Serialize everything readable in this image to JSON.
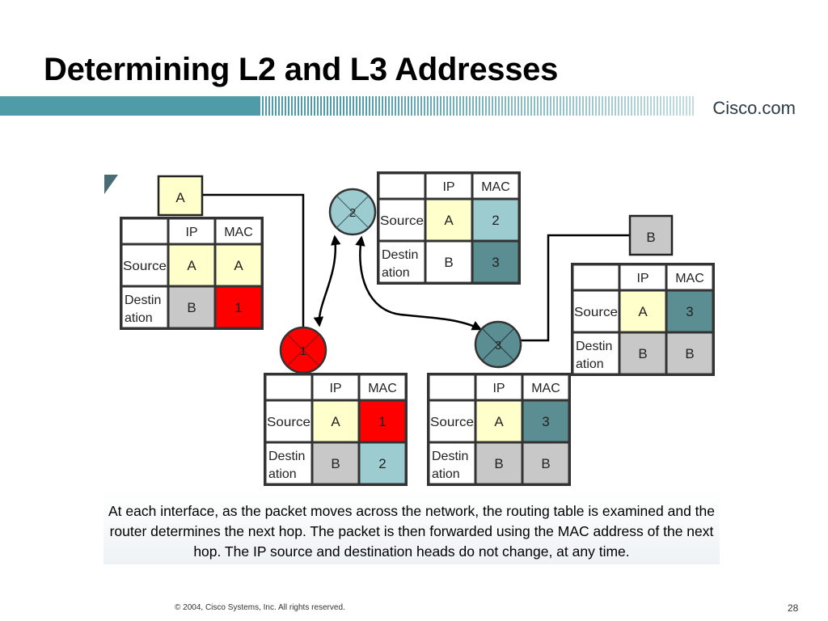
{
  "slide": {
    "title": "Determining L2 and L3 Addresses",
    "brand": "Cisco.com",
    "caption": "At each interface, as the packet moves across the network, the routing table is examined and the router determines the next hop. The packet is then forwarded using the MAC address of the next hop. The IP source and destination heads do not change, at any time.",
    "footer": "© 2004, Cisco Systems, Inc. All rights reserved.",
    "page_number": "28"
  },
  "diagram": {
    "colors": {
      "yellow": "#ffffcc",
      "gray": "#c8c8c8",
      "red": "#ff0000",
      "light_teal": "#9cccd0",
      "dark_teal": "#5a8e92",
      "white": "#ffffff"
    },
    "hosts": {
      "host_a": "A",
      "host_b": "B"
    },
    "routers": {
      "router_1": {
        "label": "1",
        "color": "#ff0000"
      },
      "router_2": {
        "label": "2",
        "color": "#9cccd0"
      },
      "router_3": {
        "label": "3",
        "color": "#5a8e92"
      }
    },
    "tables": {
      "table_a": {
        "headers": [
          "IP",
          "MAC"
        ],
        "rows": [
          {
            "label": "Source",
            "ip": "A",
            "mac": "A",
            "ip_color": "#ffffcc",
            "mac_color": "#ffffcc"
          },
          {
            "label": "Destination",
            "label_line1": "Destin",
            "label_line2": "ation",
            "ip": "B",
            "mac": "1",
            "ip_color": "#c8c8c8",
            "mac_color": "#ff0000"
          }
        ]
      },
      "table_r1": {
        "headers": [
          "IP",
          "MAC"
        ],
        "rows": [
          {
            "label": "Source",
            "ip": "A",
            "mac": "1",
            "ip_color": "#ffffcc",
            "mac_color": "#ff0000"
          },
          {
            "label": "Destination",
            "label_line1": "Destin",
            "label_line2": "ation",
            "ip": "B",
            "mac": "2",
            "ip_color": "#c8c8c8",
            "mac_color": "#9cccd0"
          }
        ]
      },
      "table_r2": {
        "headers": [
          "IP",
          "MAC"
        ],
        "rows": [
          {
            "label": "Source",
            "ip": "A",
            "mac": "2",
            "ip_color": "#ffffcc",
            "mac_color": "#9cccd0"
          },
          {
            "label": "Destination",
            "label_line1": "Destin",
            "label_line2": "ation",
            "ip": "B",
            "mac": "3",
            "ip_color": "#ffffff",
            "mac_color": "#5a8e92"
          }
        ]
      },
      "table_r3": {
        "headers": [
          "IP",
          "MAC"
        ],
        "rows": [
          {
            "label": "Source",
            "ip": "A",
            "mac": "3",
            "ip_color": "#ffffcc",
            "mac_color": "#5a8e92"
          },
          {
            "label": "Destination",
            "label_line1": "Destin",
            "label_line2": "ation",
            "ip": "B",
            "mac": "B",
            "ip_color": "#c8c8c8",
            "mac_color": "#c8c8c8"
          }
        ]
      },
      "table_b": {
        "headers": [
          "IP",
          "MAC"
        ],
        "rows": [
          {
            "label": "Source",
            "ip": "A",
            "mac": "3",
            "ip_color": "#ffffcc",
            "mac_color": "#5a8e92"
          },
          {
            "label": "Destination",
            "label_line1": "Destin",
            "label_line2": "ation",
            "ip": "B",
            "mac": "B",
            "ip_color": "#c8c8c8",
            "mac_color": "#c8c8c8"
          }
        ]
      }
    }
  }
}
